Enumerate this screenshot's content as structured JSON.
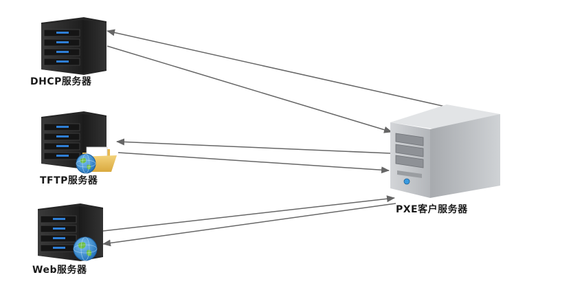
{
  "nodes": {
    "dhcp": {
      "label": "DHCP服务器",
      "icon": "rack-server-icon"
    },
    "tftp": {
      "label": "TFTP服务器",
      "icon": "rack-server-icon",
      "badges": [
        "folder-icon",
        "globe-icon"
      ]
    },
    "web": {
      "label": "Web服务器",
      "icon": "rack-server-icon",
      "badges": [
        "globe-icon"
      ]
    },
    "pxe": {
      "label": "PXE客户服务器",
      "icon": "tower-server-icon"
    }
  },
  "edges": [
    {
      "from": "pxe",
      "to": "dhcp"
    },
    {
      "from": "dhcp",
      "to": "pxe"
    },
    {
      "from": "pxe",
      "to": "tftp"
    },
    {
      "from": "tftp",
      "to": "pxe"
    },
    {
      "from": "web",
      "to": "pxe"
    },
    {
      "from": "pxe",
      "to": "web"
    }
  ],
  "colors": {
    "rack_body": "#2b2b2b",
    "rack_led": "#2f7fd6",
    "tower_body": "#b9bcc0",
    "arrow": "#666666"
  }
}
